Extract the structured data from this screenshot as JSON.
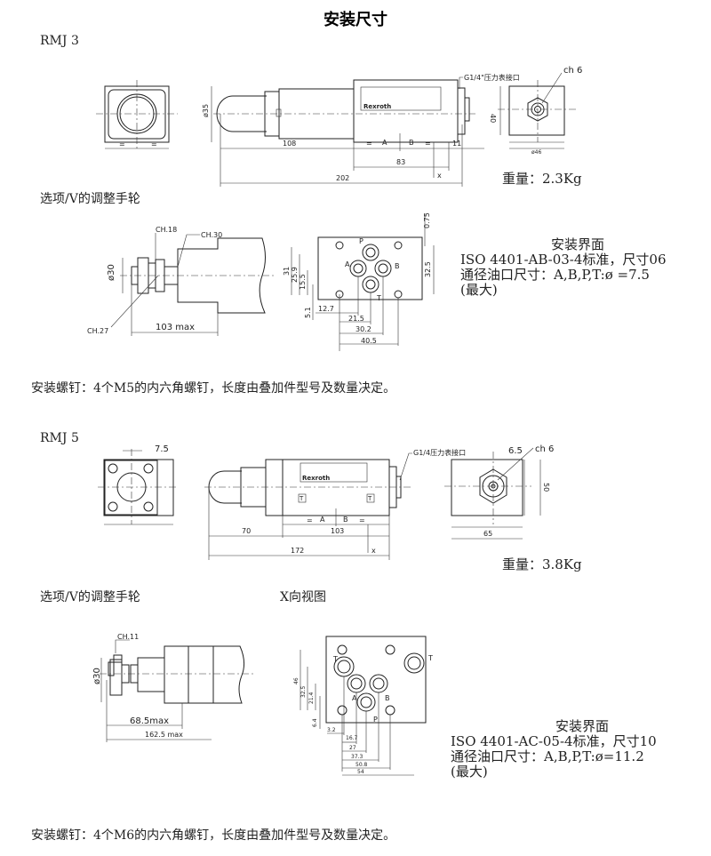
{
  "title": "安装尺寸",
  "rmj3": {
    "model": "RMJ 3",
    "diameter": "ø35",
    "dim_108": "108",
    "dim_83": "83",
    "dim_11": "11",
    "dim_202": "202",
    "dim_40": "40",
    "dim_46": "ø46",
    "port_a": "A",
    "port_b": "B",
    "eq": "=",
    "x_label": "x",
    "gauge_port": "G1/4\"压力表接口",
    "ch": "ch 6",
    "weight": "重量：2.3Kg",
    "option_title": "选项/V的调整手轮",
    "wheel": {
      "ch18": "CH.18",
      "ch30": "CH.30",
      "ch27": "CH.27",
      "dia": "ø30",
      "len": "103 max"
    },
    "interface": {
      "p": "P",
      "a": "A",
      "b": "B",
      "t": "T",
      "d31": "31",
      "d259": "25.9",
      "d155": "15.5",
      "d51": "5.1",
      "d127": "12.7",
      "d215": "21.5",
      "d302": "30.2",
      "d405": "40.5",
      "d325": "32.5",
      "d075": "0.75"
    },
    "spec": {
      "heading": "安装界面",
      "line1": "ISO 4401-AB-03-4标准，尺寸06",
      "line2": "通径油口尺寸：A,B,P,T:ø =7.5",
      "line3": "(最大)"
    },
    "screws": "安装螺钉：4个M5的内六角螺钉，长度由叠加件型号及数量决定。"
  },
  "rmj5": {
    "model": "RMJ 5",
    "dim_75": "7.5",
    "dim_70": "70",
    "dim_103": "103",
    "dim_172": "172",
    "dim_65": "65",
    "dim_65b": "6.5",
    "dim_50": "50",
    "port_a": "A",
    "port_b": "B",
    "eq": "=",
    "t_mark": "T",
    "x_label": "x",
    "gauge_port": "G1/4压力表接口",
    "ch": "ch 6",
    "weight": "重量：3.8Kg",
    "option_title": "选项/V的调整手轮",
    "x_view": "X向视图",
    "wheel": {
      "ch11": "CH.11",
      "dia": "ø30",
      "len1": "68.5max",
      "len2": "162.5 max"
    },
    "interface": {
      "p": "P",
      "a": "A",
      "b": "B",
      "t1": "T",
      "t2": "T",
      "d46": "46",
      "d325": "32.5",
      "d214": "21.4",
      "d64": "6.4",
      "d32": "3.2",
      "d167": "16.7",
      "d27": "27",
      "d373": "37.3",
      "d508": "50.8",
      "d54": "54"
    },
    "spec": {
      "heading": "安装界面",
      "line1": "ISO 4401-AC-05-4标准，尺寸10",
      "line2": "通径油口尺寸：A,B,P,T:ø=11.2",
      "line3": "(最大)"
    },
    "screws": "安装螺钉：4个M6的内六角螺钉，长度由叠加件型号及数量决定。"
  }
}
